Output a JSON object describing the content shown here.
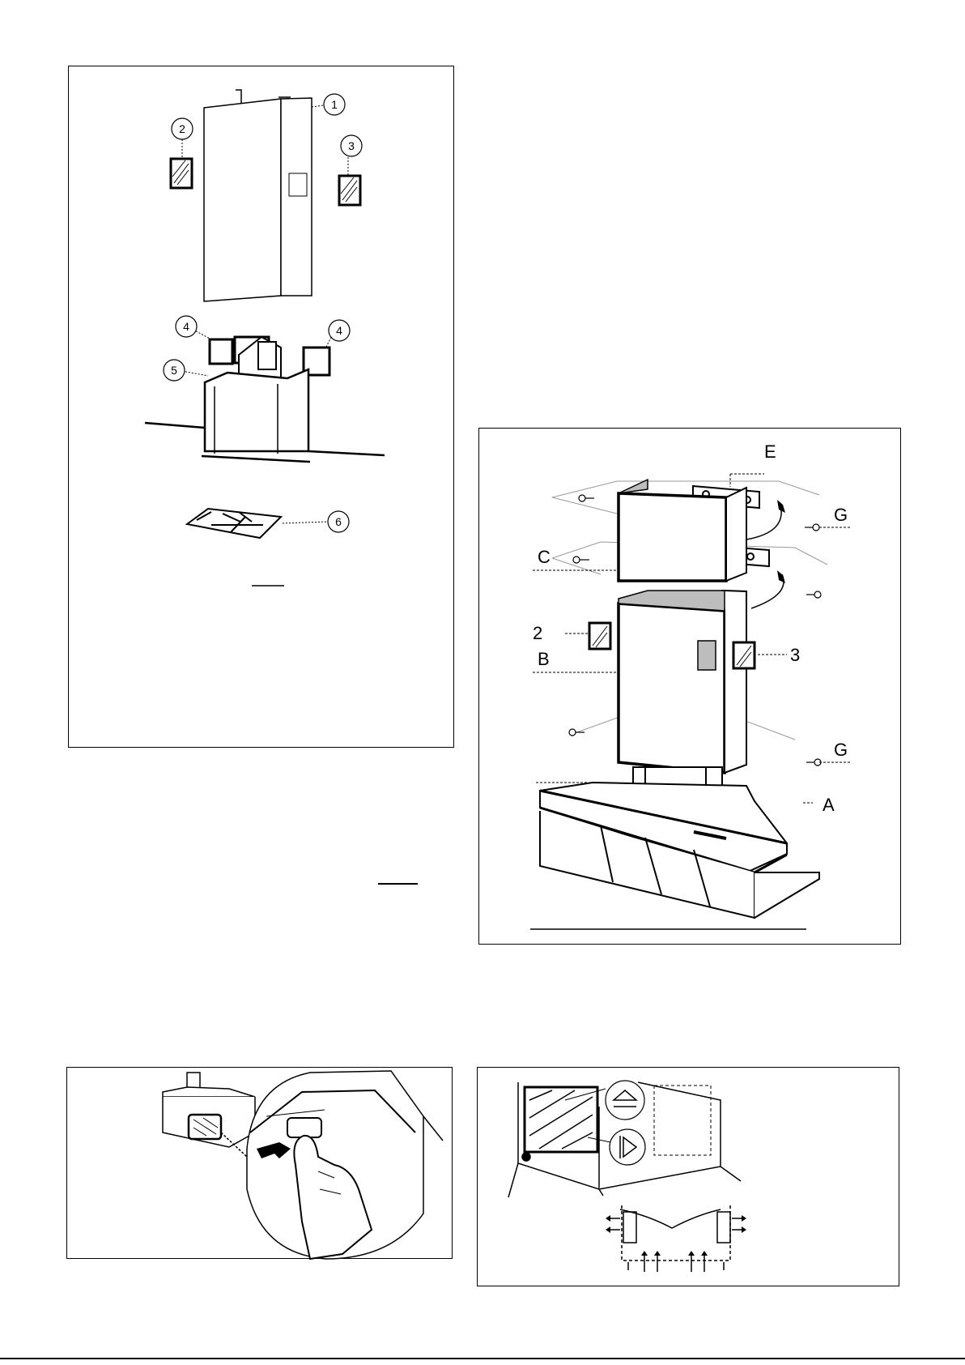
{
  "panel1": {
    "callouts": [
      "1",
      "2",
      "3",
      "4",
      "4",
      "5",
      "6"
    ]
  },
  "panel2": {
    "labels": {
      "E": "E",
      "G1": "G",
      "C": "C",
      "two": "2",
      "three": "3",
      "B": "B",
      "G2": "G",
      "A": "A"
    }
  },
  "panel3": {},
  "panel4": {},
  "colors": {
    "line": "#000000",
    "shade": "#bdbdbd",
    "background": "#ffffff"
  }
}
